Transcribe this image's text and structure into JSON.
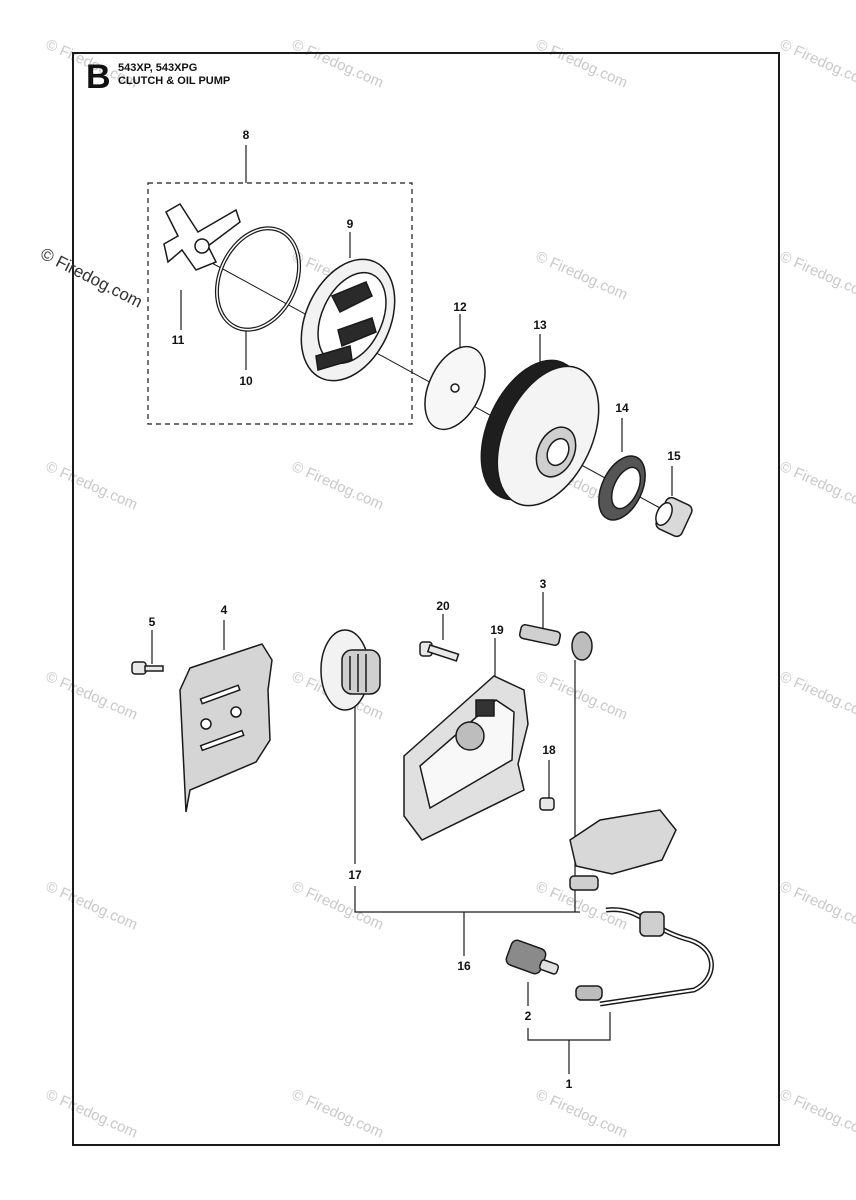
{
  "header": {
    "section_letter": "B",
    "model": "543XP, 543XPG",
    "subtitle": "CLUTCH & OIL PUMP"
  },
  "watermark": {
    "text": "© Firedog.com"
  },
  "side_watermark": {
    "text": "© Firedog.com"
  },
  "callouts": {
    "c1": "1",
    "c2": "2",
    "c3": "3",
    "c4": "4",
    "c5": "5",
    "c8": "8",
    "c9": "9",
    "c10": "10",
    "c11": "11",
    "c12": "12",
    "c13": "13",
    "c14": "14",
    "c15": "15",
    "c16": "16",
    "c17": "17",
    "c18": "18",
    "c19": "19",
    "c20": "20"
  }
}
